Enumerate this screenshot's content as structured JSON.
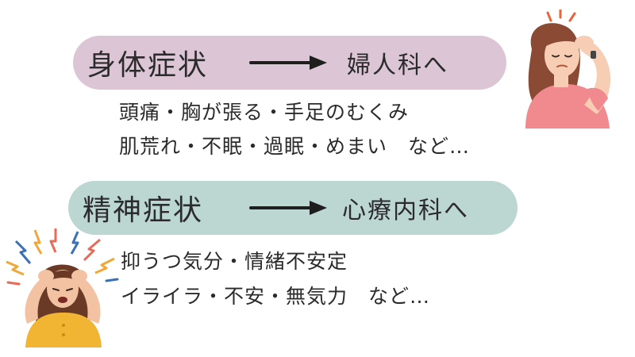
{
  "physical": {
    "title": "身体症状",
    "destination": "婦人科へ",
    "symptoms_line1": "頭痛・胸が張る・手足のむくみ",
    "symptoms_line2": "肌荒れ・不眠・過眠・めまい　など…",
    "pill_color": "#dcc6d6"
  },
  "mental": {
    "title": "精神症状",
    "destination": "心療内科へ",
    "symptoms_line1": "抑うつ気分・情緒不安定",
    "symptoms_line2": "イライラ・不安・無気力　など…",
    "pill_color": "#bcd6d1"
  },
  "icons": {
    "arrow": "arrow-right-icon",
    "woman_headache": "woman-headache-icon",
    "woman_stressed": "woman-stressed-icon"
  }
}
